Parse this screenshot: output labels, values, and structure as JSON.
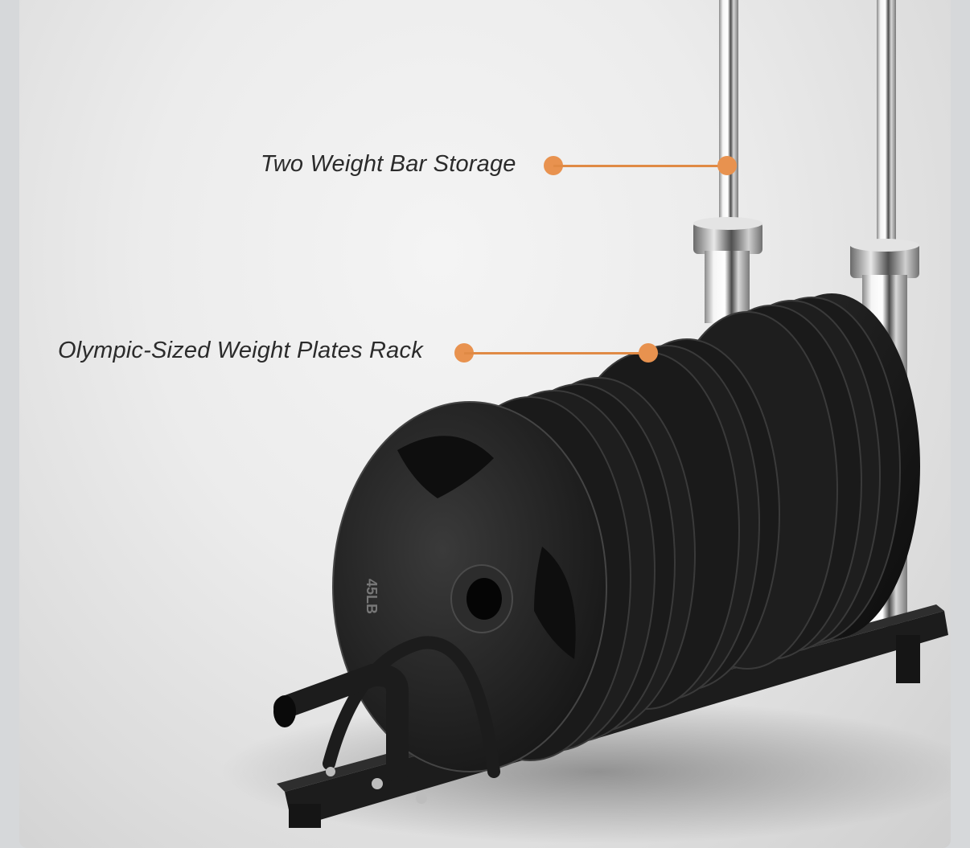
{
  "image": {
    "subject": "Weight plate storage rack with two barbell posts",
    "background_color": "#ececec",
    "border_color": "#d6d8da",
    "accent_color": "#e8924f"
  },
  "callouts": [
    {
      "label": "Two Weight Bar Storage",
      "target": "barbell-posts"
    },
    {
      "label": "Olympic-Sized Weight Plates Rack",
      "target": "plate-stack"
    }
  ],
  "plate_marking": "45LB"
}
